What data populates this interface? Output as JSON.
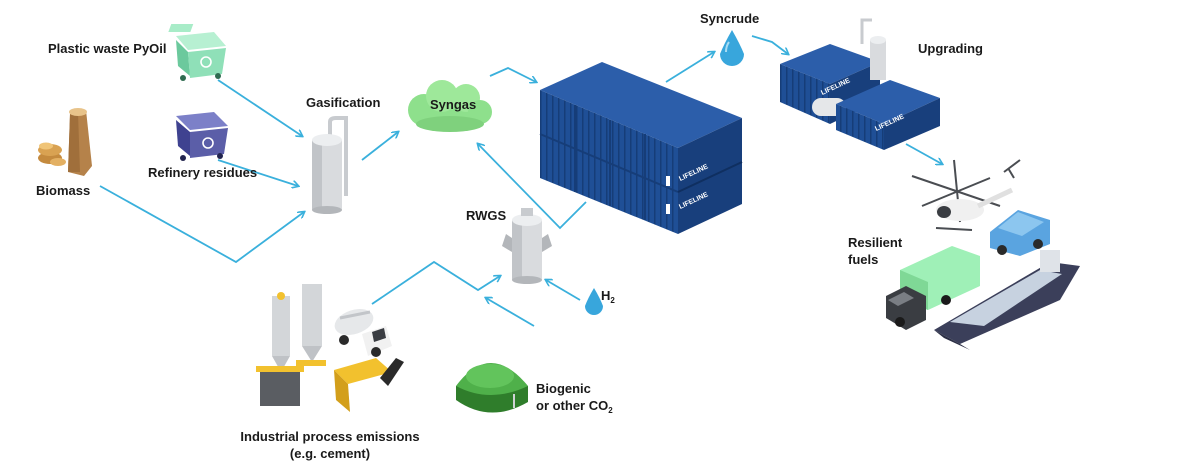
{
  "labels": {
    "plastic": "Plastic waste PyOil",
    "gasification": "Gasification",
    "syngas": "Syngas",
    "syncrude": "Syncrude",
    "upgrading": "Upgrading",
    "biomass": "Biomass",
    "refinery": "Refinery residues",
    "rwgs": "RWGS",
    "h": "H",
    "h_sub": "2",
    "biogenic_line1": "Biogenic",
    "biogenic_line2": "or other CO",
    "co_sub": "2",
    "resilient_line1": "Resilient",
    "resilient_line2": "fuels",
    "industrial_line1": "Industrial process emissions",
    "industrial_line2": "(e.g. cement)",
    "brand": "LIFELINE"
  },
  "colors": {
    "arrow": "#3ab0dc",
    "container": "#1f4f96",
    "container_dark": "#163d78",
    "syngas_cloud": "#8ee08c",
    "biogas_dome": "#3f9a3a",
    "water_drop": "#38a6dc",
    "bin_green": "#8fe0b8",
    "bin_purple": "#5b5ea8"
  }
}
